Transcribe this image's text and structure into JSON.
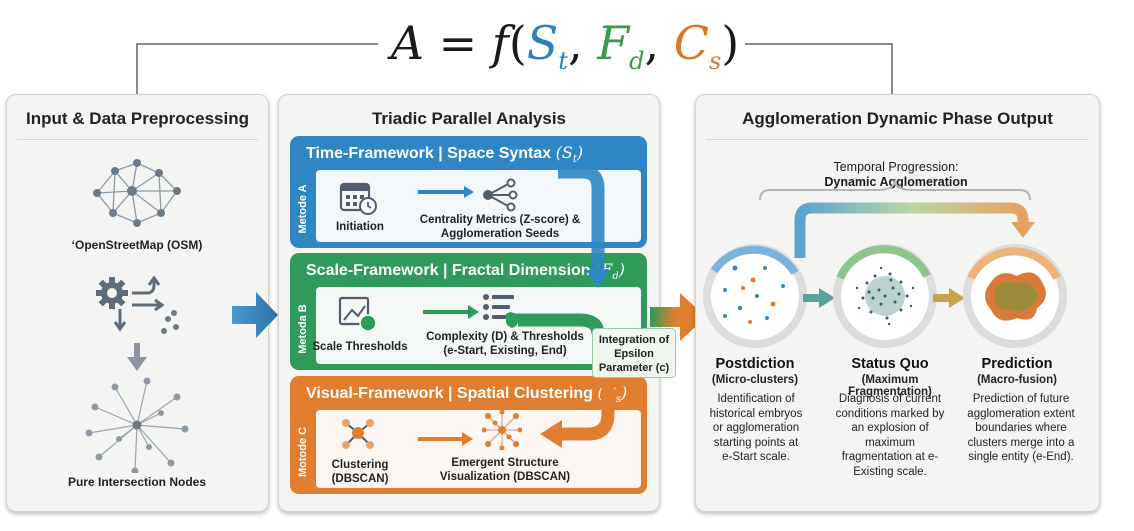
{
  "formula": {
    "lhs": "A",
    "eq": "=",
    "fn": "f",
    "s": "S",
    "s_sub": "t",
    "f": "F",
    "f_sub": "d",
    "c": "C",
    "c_sub": "s"
  },
  "input": {
    "title": "Input & Data Preprocessing",
    "osm_label": "‘OpenStreetMap (OSM)",
    "nodes_label": "Pure Intersection Nodes"
  },
  "triadic": {
    "title": "Triadic Parallel Analysis",
    "a": {
      "header": "Time-Framework | Space Syntax",
      "header_sym": "S",
      "header_sub": "t",
      "side": "Metode A",
      "item1": "Initiation",
      "item2": "Centrality Metrics (Z-score) & Agglomeration Seeds"
    },
    "b": {
      "header": "Scale-Framework | Fractal Dimension",
      "header_sym": "F",
      "header_sub": "d",
      "side": "Metoda B",
      "item1": "Scale Thresholds",
      "item2": "Complexity (D) & Thresholds (e-Start, Existing, End)"
    },
    "c": {
      "header": "Visual-Framework | Spatial Clustering",
      "header_sym": "C",
      "header_sub": "s",
      "side": "Motode C",
      "item1": "Clustering (DBSCAN)",
      "item2": "Emergent Structure Visualization (DBSCAN)"
    },
    "integration": "Integration of Epsilon Parameter (c)"
  },
  "output": {
    "title": "Agglomeration Dynamic Phase Output",
    "progression_line1": "Temporal Progression:",
    "progression_line2": "Dynamic Agglomeration",
    "phases": [
      {
        "title": "Postdiction",
        "subtitle": "(Micro-clusters)",
        "desc": "Identification of historical embryos or agglomeration starting points at e-Start scale."
      },
      {
        "title": "Status Quo",
        "subtitle": "(Maximum Fragmentation)",
        "desc": "Diagnosis of current conditions marked by an explosion of maximum fragmentation at e-Existing scale."
      },
      {
        "title": "Prediction",
        "subtitle": "(Macro-fusion)",
        "desc": "Prediction of future agglomeration extent boundaries where clusters merge into a single entity (e-End)."
      }
    ]
  },
  "colors": {
    "blue": "#2f86c4",
    "green": "#2f9b5a",
    "orange": "#e07d2e"
  }
}
